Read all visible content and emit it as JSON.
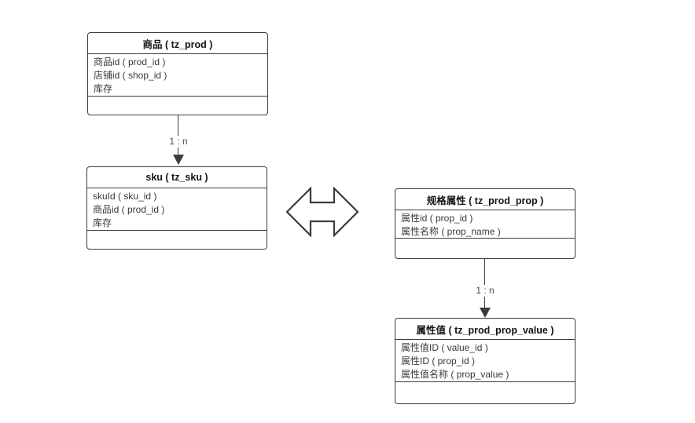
{
  "diagram": {
    "background_color": "#ffffff",
    "stroke_color": "#3b3b3b",
    "title_text_color": "#141414",
    "field_text_color": "#383838",
    "label_text_color": "#4d4d4d",
    "entities": [
      {
        "title": "商品 ( tz_prod )",
        "fields": [
          "商品id ( prod_id )",
          "店铺id ( shop_id )",
          "库存"
        ]
      },
      {
        "title": "sku ( tz_sku )",
        "fields": [
          "skuId ( sku_id )",
          "商品id ( prod_id )",
          "库存"
        ]
      },
      {
        "title": "规格属性 ( tz_prod_prop )",
        "fields": [
          "属性id ( prop_id )",
          "属性名称 ( prop_name )"
        ]
      },
      {
        "title": "属性值 ( tz_prod_prop_value )",
        "fields": [
          "属性值ID ( value_id )",
          "属性ID ( prop_id )",
          "属性值名称 ( prop_value )"
        ]
      }
    ],
    "connectors": [
      {
        "from": "商品 ( tz_prod )",
        "to": "sku ( tz_sku )",
        "label": "1 : n",
        "direction": "down"
      },
      {
        "from": "规格属性 ( tz_prod_prop )",
        "to": "属性值 ( tz_prod_prop_value )",
        "label": "1 : n",
        "direction": "down"
      }
    ],
    "relation": {
      "between": [
        "sku ( tz_sku )",
        "规格属性 ( tz_prod_prop )"
      ],
      "icon": "two-way-arrow"
    }
  }
}
